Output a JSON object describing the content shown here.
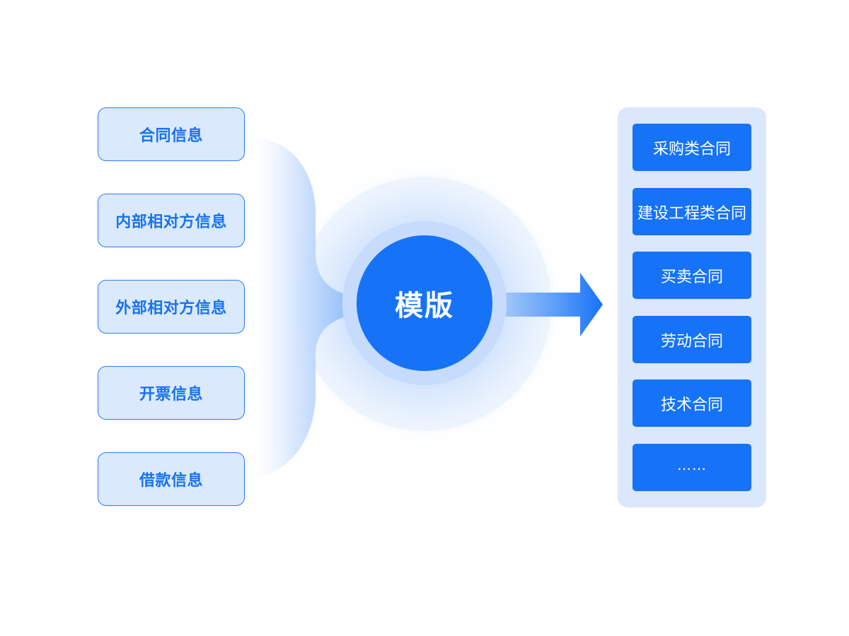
{
  "inputs": [
    {
      "label": "合同信息"
    },
    {
      "label": "内部相对方信息"
    },
    {
      "label": "外部相对方信息"
    },
    {
      "label": "开票信息"
    },
    {
      "label": "借款信息"
    }
  ],
  "center": {
    "label": "模版"
  },
  "outputs": [
    {
      "label": "采购类合同"
    },
    {
      "label": "建设工程类合同"
    },
    {
      "label": "买卖合同"
    },
    {
      "label": "劳动合同"
    },
    {
      "label": "技术合同"
    },
    {
      "label": "……"
    }
  ],
  "colors": {
    "primary_blue": "#1673f8",
    "light_blue": "#dbe9fd",
    "panel_bg": "#dbe8fb",
    "border_blue": "#2b7cf3",
    "text_blue": "#1773f0"
  }
}
